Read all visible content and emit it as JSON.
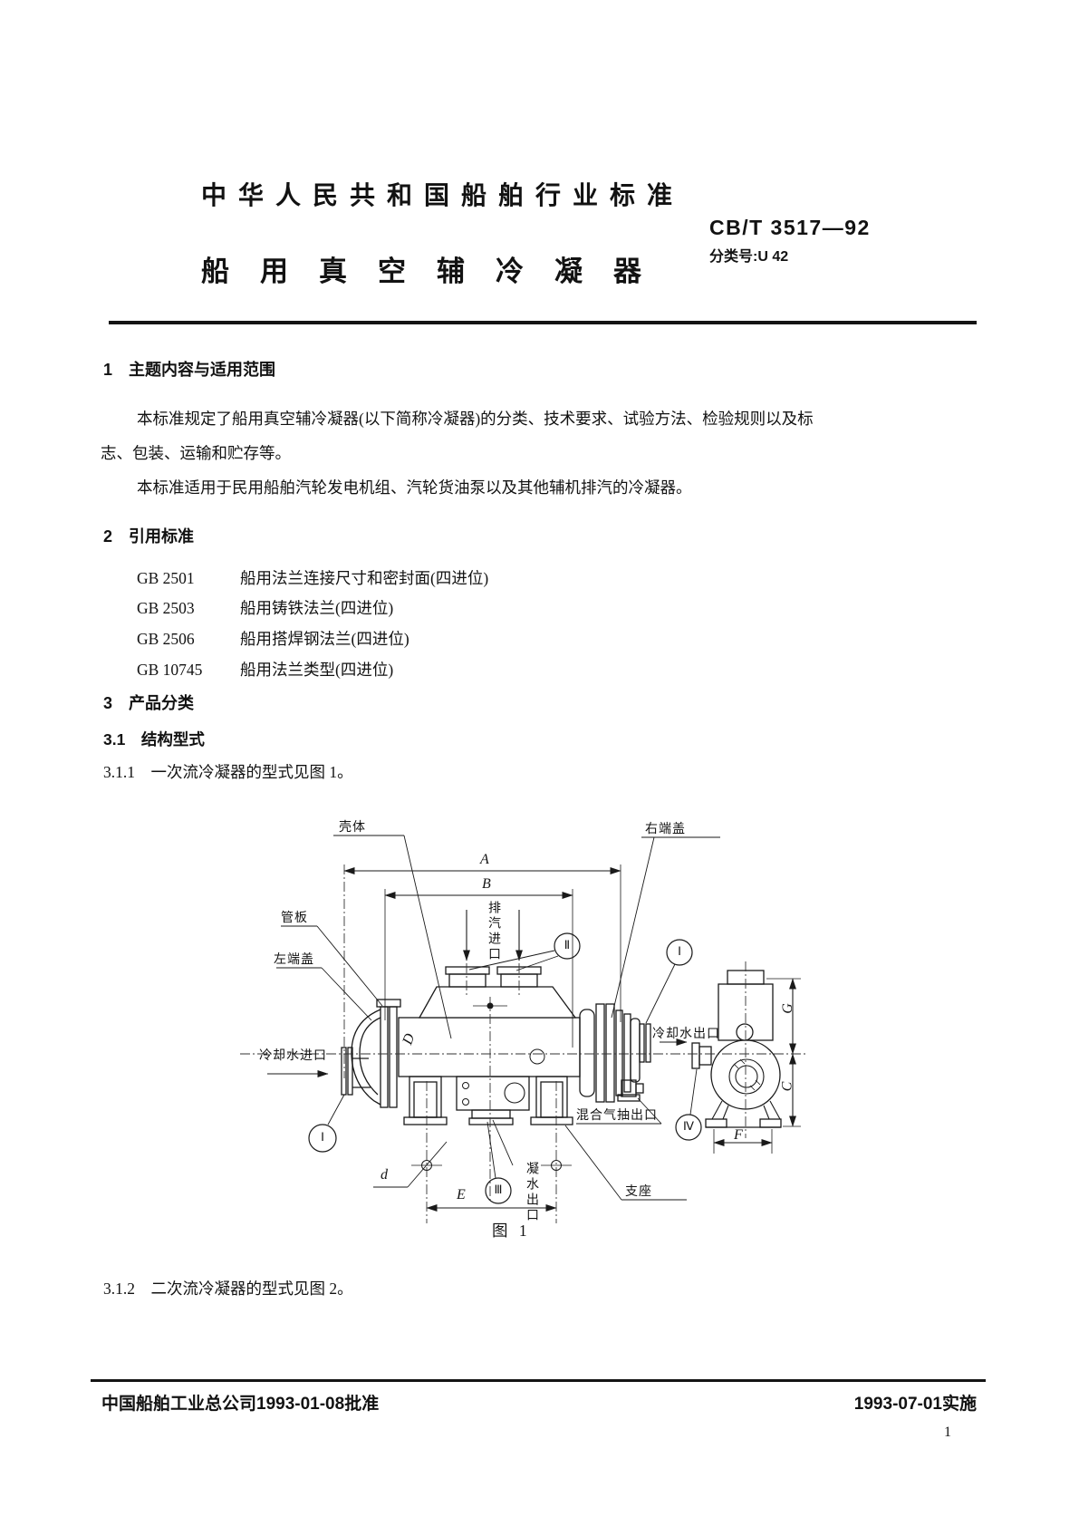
{
  "header": {
    "standard_name": "中华人民共和国船舶行业标准",
    "standard_number": "CB/T 3517—92",
    "class_number": "分类号:U 42",
    "doc_title": "船用真空辅冷凝器"
  },
  "section1": {
    "heading": "1　主题内容与适用范围",
    "para1_line1": "本标准规定了船用真空辅冷凝器(以下简称冷凝器)的分类、技术要求、试验方法、检验规则以及标",
    "para1_line2": "志、包装、运输和贮存等。",
    "para2": "本标准适用于民用船舶汽轮发电机组、汽轮货油泵以及其他辅机排汽的冷凝器。"
  },
  "section2": {
    "heading": "2　引用标准",
    "refs": [
      {
        "code": "GB 2501",
        "title": "船用法兰连接尺寸和密封面(四进位)"
      },
      {
        "code": "GB 2503",
        "title": "船用铸铁法兰(四进位)"
      },
      {
        "code": "GB 2506",
        "title": "船用搭焊钢法兰(四进位)"
      },
      {
        "code": "GB 10745",
        "title": "船用法兰类型(四进位)"
      }
    ]
  },
  "section3": {
    "heading": "3　产品分类",
    "s31": "3.1　结构型式",
    "s311": "3.1.1　一次流冷凝器的型式见图 1。",
    "s312": "3.1.2　二次流冷凝器的型式见图 2。"
  },
  "figure": {
    "caption": "图 1",
    "labels": {
      "shell": "壳体",
      "right_end_cover": "右端盖",
      "tube_plate": "管板",
      "left_end_cover": "左端盖",
      "cooling_water_inlet": "冷却水进口",
      "cooling_water_outlet": "冷却水出口",
      "exhaust_steam_inlet": "排汽进口",
      "condensate_outlet": "凝水出口",
      "mixed_gas_outlet": "混合气抽出口",
      "support": "支座"
    },
    "dims": {
      "A": "A",
      "B": "B",
      "C": "C",
      "D": "D",
      "E": "E",
      "F": "F",
      "G": "G",
      "d": "d"
    },
    "marks": {
      "i": "Ⅰ",
      "ii": "Ⅱ",
      "iii": "Ⅲ",
      "iv": "Ⅳ"
    }
  },
  "footer": {
    "approval": "中国船舶工业总公司1993-01-08批准",
    "implementation": "1993-07-01实施",
    "page_number": "1"
  }
}
